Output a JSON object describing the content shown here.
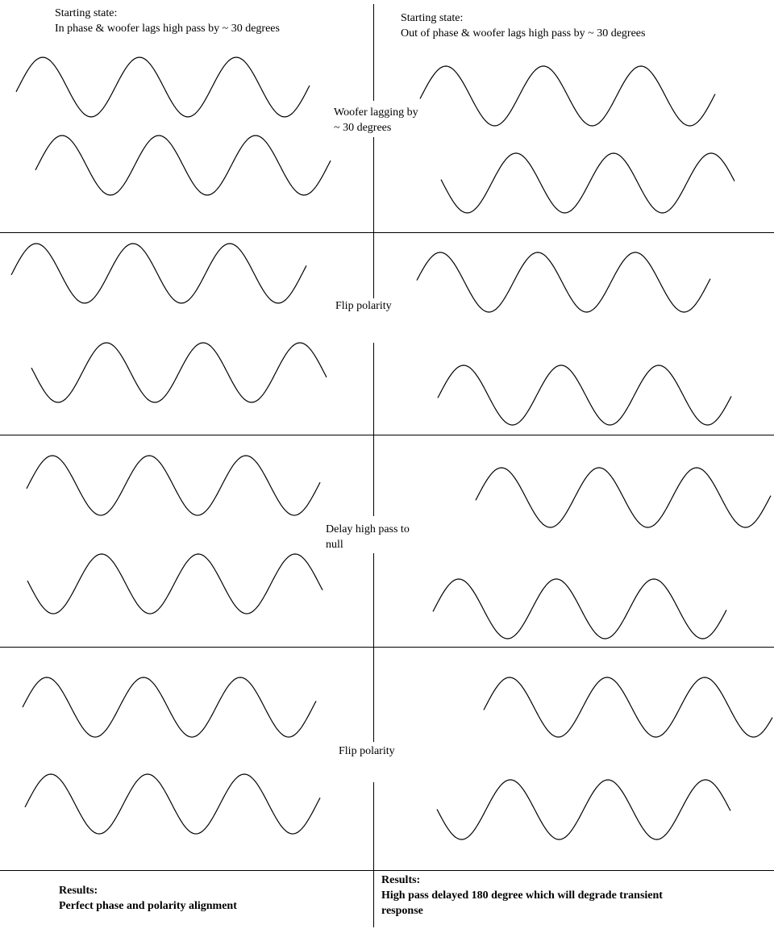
{
  "colors": {
    "stroke": "#000000",
    "background": "#ffffff"
  },
  "top_left": {
    "heading": "Starting state:",
    "description": "In phase & woofer lags high pass by ~ 30 degrees"
  },
  "top_right": {
    "heading": "Starting state:",
    "description": "Out of phase & woofer lags high pass by ~ 30 degrees"
  },
  "center_notes": {
    "woofer_lagging_line1": "Woofer lagging by",
    "woofer_lagging_line2": "~ 30 degrees",
    "flip_polarity_1": "Flip polarity",
    "delay_line1": "Delay high pass to",
    "delay_line2": "null",
    "flip_polarity_2": "Flip polarity"
  },
  "results_left": {
    "heading": "Results:",
    "text": "Perfect phase and polarity alignment"
  },
  "results_right": {
    "heading": "Results:",
    "text_line1": "High pass delayed 180 degree which will degrade transient",
    "text_line2": "response"
  }
}
